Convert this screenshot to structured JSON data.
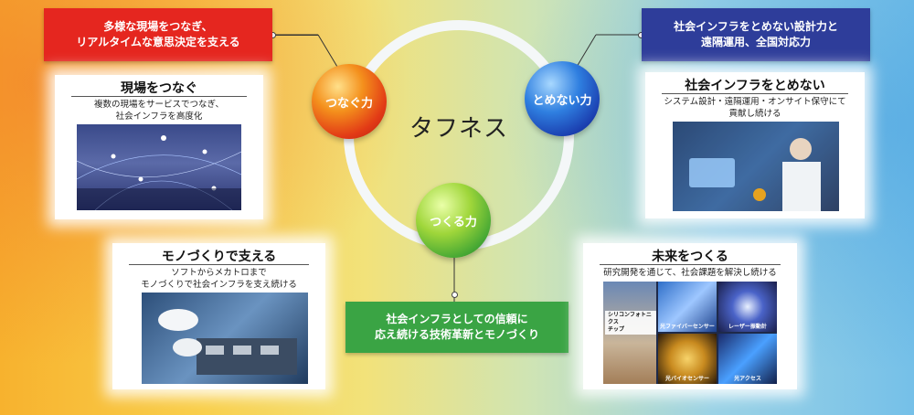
{
  "center": {
    "title": "タフネス"
  },
  "spheres": {
    "connect": "つなぐ力",
    "unstoppable": "とめない力",
    "create": "つくる力"
  },
  "banners": {
    "top_left": [
      "多様な現場をつなぎ、",
      "リアルタイムな意思決定を支える"
    ],
    "top_right": [
      "社会インフラをとめない設計力と",
      "遠隔運用、全国対応力"
    ],
    "bottom_center": [
      "社会インフラとしての信頼に",
      "応え続ける技術革新とモノづくり"
    ]
  },
  "cards": {
    "connect_sites": {
      "title": "現場をつなぐ",
      "desc": [
        "複数の現場をサービスでつなぎ、",
        "社会インフラを高度化"
      ]
    },
    "keep_running": {
      "title": "社会インフラをとめない",
      "desc": [
        "システム設計・遠隔運用・オンサイト保守にて",
        "貢献し続ける"
      ]
    },
    "monozukuri": {
      "title": "モノづくりで支える",
      "desc": [
        "ソフトからメカトロまで",
        "モノづくりで社会インフラを支え続ける"
      ]
    },
    "future": {
      "title": "未来をつくる",
      "desc": [
        "研究開発を通じて、社会課題を解決し続ける"
      ],
      "chip_label": [
        "シリコンフォトニクス",
        "チップ"
      ],
      "tiles": [
        "光ファイバーセンサー",
        "レーザー振動計",
        "光バイオセンサー",
        "光アクセス"
      ]
    }
  },
  "colors": {
    "red": "#e5261f",
    "blue": "#2e3d9a",
    "green": "#3aa444"
  }
}
